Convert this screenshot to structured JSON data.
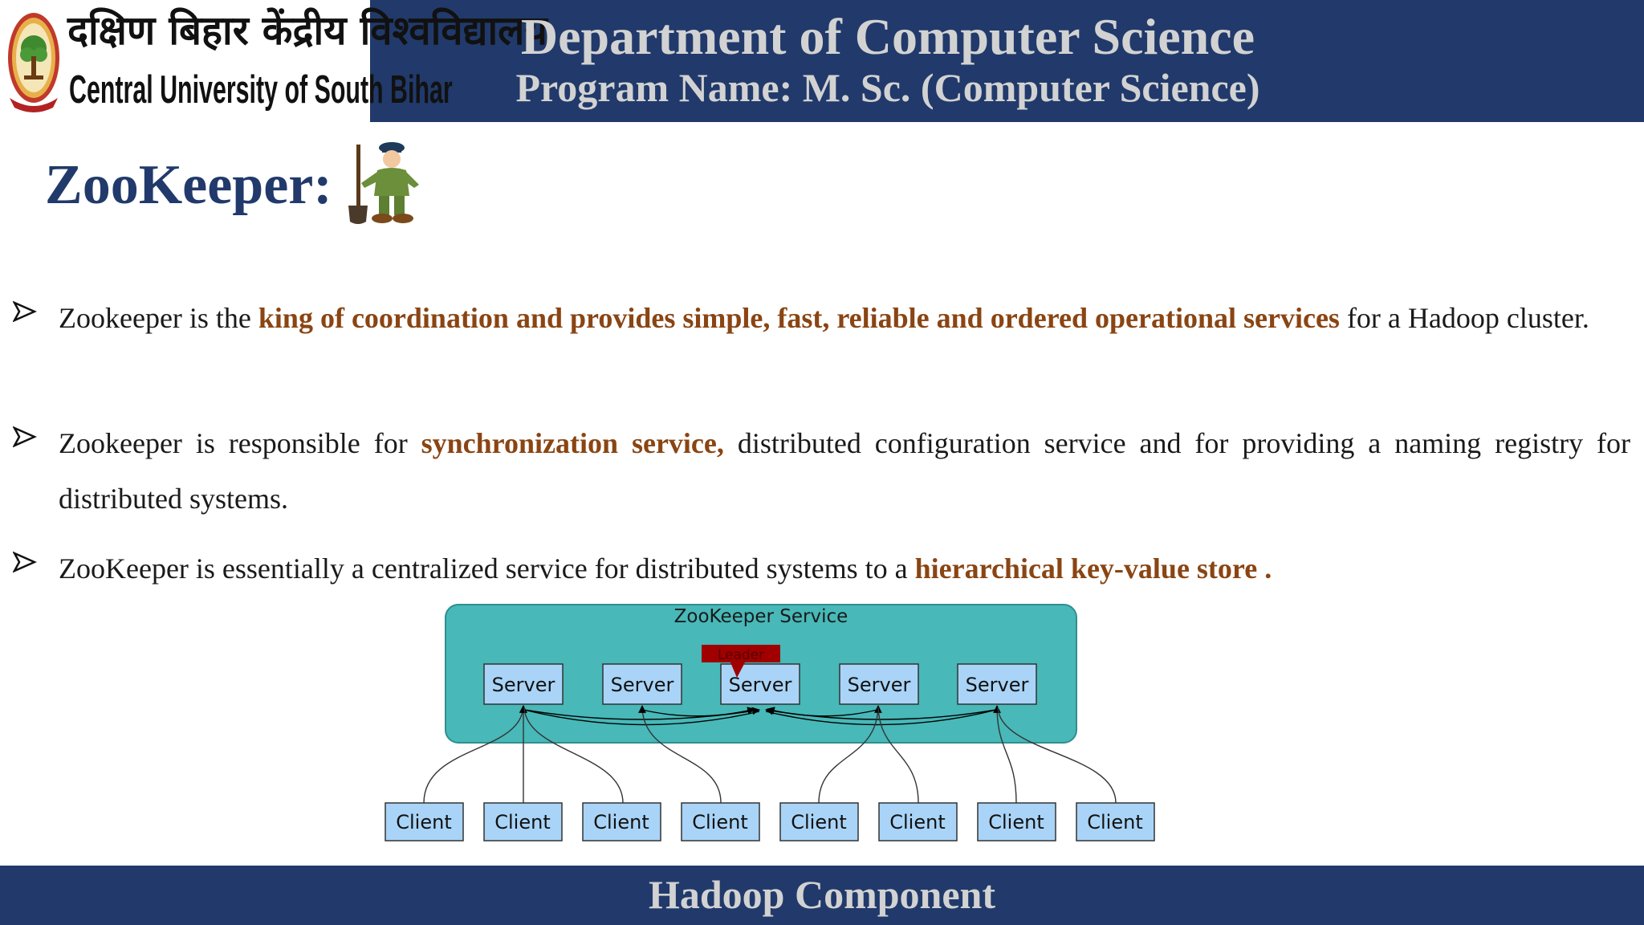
{
  "header": {
    "university_name_hindi": "दक्षिण बिहार केंद्रीय विश्वविद्यालय",
    "university_name_english": "Central University of South Bihar",
    "department_title": "Department of Computer Science",
    "program_name": "Program Name: M. Sc. (Computer Science)"
  },
  "slide": {
    "title": "ZooKeeper:",
    "bullets": [
      {
        "before": "Zookeeper is the ",
        "highlight": "king of coordination and provides simple, fast, reliable and ordered operational services",
        "after": " for a Hadoop cluster."
      },
      {
        "before": " Zookeeper is responsible for ",
        "highlight": "synchronization service,",
        "after": " distributed configuration service and for providing a naming registry for distributed systems."
      },
      {
        "before": "ZooKeeper is essentially a centralized service for distributed systems to a ",
        "highlight": "hierarchical key-value store .",
        "after": ""
      }
    ]
  },
  "diagram": {
    "service_label": "ZooKeeper Service",
    "leader_label": "Leader",
    "servers": [
      "Server",
      "Server",
      "Server",
      "Server",
      "Server"
    ],
    "clients": [
      "Client",
      "Client",
      "Client",
      "Client",
      "Client",
      "Client",
      "Client",
      "Client"
    ]
  },
  "footer": {
    "title": "Hadoop Component"
  },
  "colors": {
    "header_band": "#213a6b",
    "header_text": "#d2d2d2",
    "title_color": "#213a6b",
    "highlight": "#8a4513",
    "service_box": "#48b8b8",
    "node_box": "#a9d4f7",
    "leader_tag": "#a00000"
  },
  "icons": {
    "seal": "university-seal-icon",
    "bullet": "arrow-bullet-icon",
    "illustration": "zookeeper-with-shovel-icon"
  }
}
